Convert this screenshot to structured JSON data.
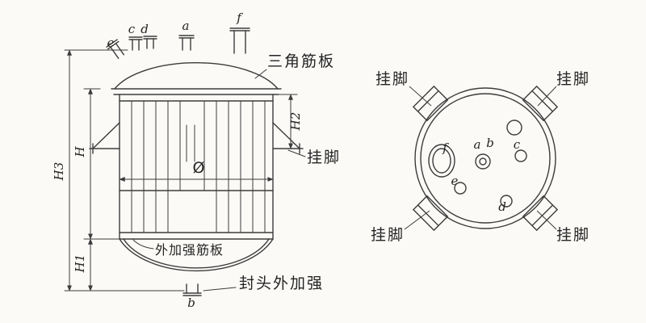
{
  "side_view": {
    "callout_triangular_rib": "三角筋板",
    "callout_bracket": "挂脚",
    "callout_external_rib": "外加强筋板",
    "callout_head_reinforcement": "封头外加强",
    "nozzle_a": "a",
    "nozzle_b": "b",
    "nozzle_c": "c",
    "nozzle_d": "d",
    "nozzle_e": "e",
    "nozzle_f": "f",
    "dim_h3": "H3",
    "dim_h": "H",
    "dim_h1": "H1",
    "dim_h2": "H2",
    "dim_diameter": "Ø"
  },
  "plan_view": {
    "bracket_top_left": "挂脚",
    "bracket_top_right": "挂脚",
    "bracket_bottom_left": "挂脚",
    "bracket_bottom_right": "挂脚",
    "nozzle_a": "a",
    "nozzle_b": "b",
    "nozzle_c": "c",
    "nozzle_d": "d",
    "nozzle_e": "e",
    "nozzle_f": "f"
  }
}
